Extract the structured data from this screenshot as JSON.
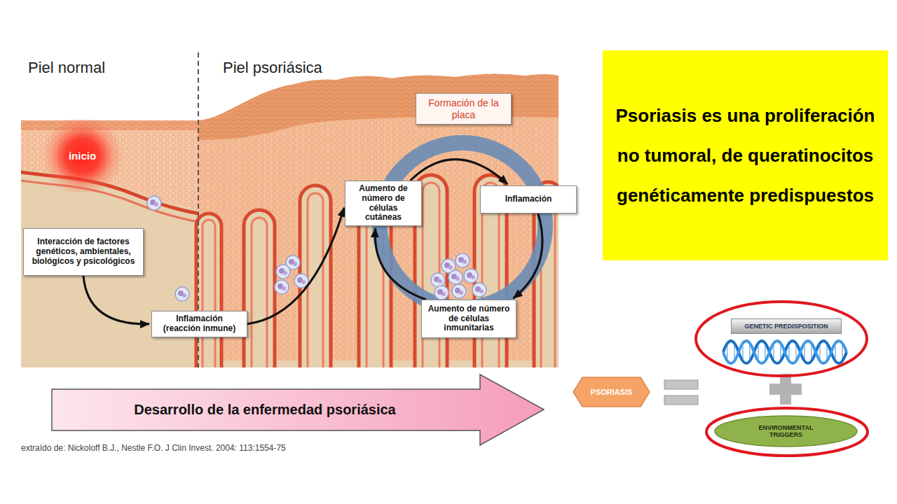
{
  "diagram": {
    "nodes": [
      {
        "text": [
          "inicio"
        ]
      },
      {
        "text": [
          "Formación de la placa"
        ]
      },
      {
        "text": [
          "Aumento de número de células cutáneas"
        ]
      },
      {
        "text": [
          "Inflamación"
        ]
      },
      {
        "text": [
          "Interacción de factores genéticos, ambientales, biológicos y psicológicos"
        ]
      },
      {
        "text": [
          "Aumento de número de células inmunitarias"
        ]
      },
      {
        "text": [
          "Inflamación (reacción inmune)"
        ]
      },
      {
        "text": [
          "Desarrollo de la enfermedad psoriásica"
        ]
      },
      {
        "text": [
          "Psoriasis es una proliferación no tumoral, de queratinocitos genéticamente predispuestos"
        ]
      },
      {
        "text": [
          "GENETIC PREDISPOSITION"
        ]
      },
      {
        "text": [
          "PSORIASIS"
        ]
      },
      {
        "text": [
          "ENVIRONMENTAL TRIGGERS"
        ]
      }
    ],
    "edges": [
      {
        "from": 4,
        "to": 6,
        "arrow": "to"
      },
      {
        "from": 6,
        "to": 2,
        "arrow": "to"
      },
      {
        "from": 2,
        "to": 3,
        "arrow": "to"
      },
      {
        "from": 3,
        "to": 5,
        "arrow": "to"
      },
      {
        "from": 5,
        "to": 2,
        "arrow": "to"
      }
    ],
    "labels": [
      "Piel normal",
      "Piel psoriásica",
      "extraído de: Nickoloff B.J., Nestle F.O. J Clin Invest. 2004: 113:1554-75"
    ]
  }
}
